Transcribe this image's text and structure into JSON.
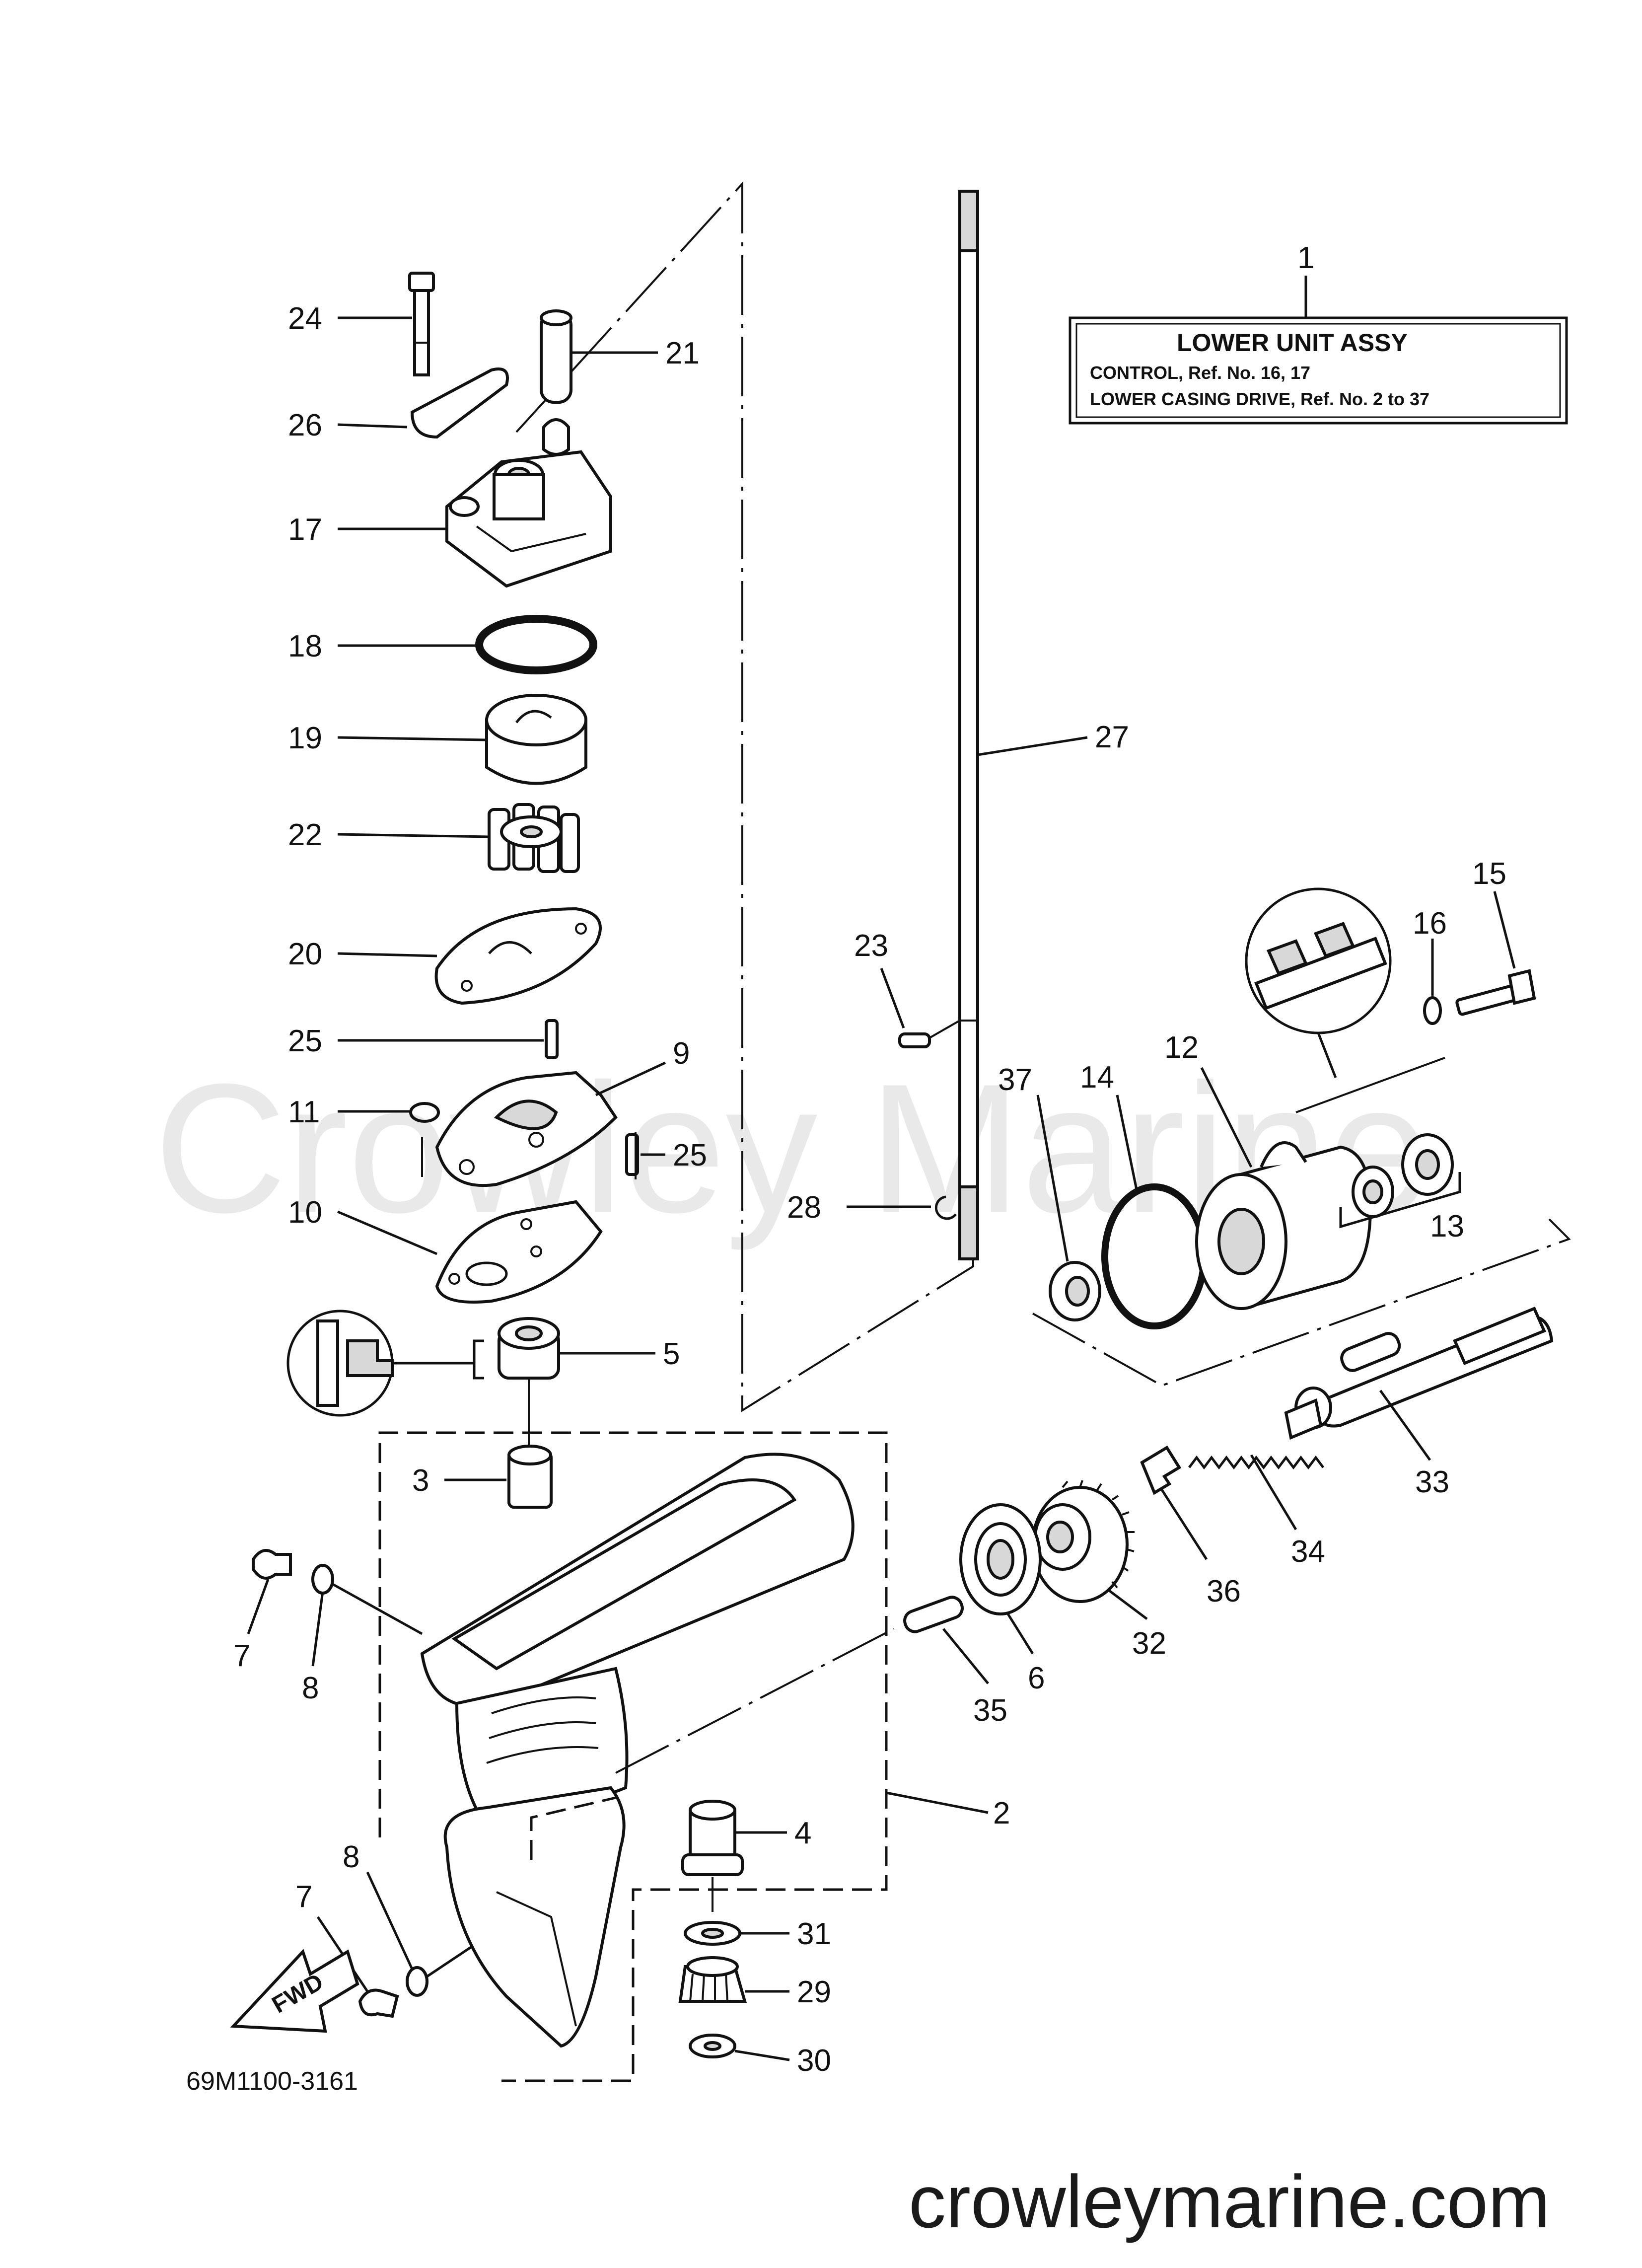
{
  "watermark": "Crowley Marine",
  "site": "crowleymarine.com",
  "diagram_code": "69M1100-3161",
  "fwd_label": "FWD",
  "legend": {
    "callout": "1",
    "title": "LOWER UNIT ASSY",
    "line1": "CONTROL,  Ref. No. 16, 17",
    "line2": "LOWER CASING DRIVE,  Ref. No. 2 to 37"
  },
  "callouts": {
    "c2": "2",
    "c3": "3",
    "c4": "4",
    "c5": "5",
    "c6": "6",
    "c7a": "7",
    "c7b": "7",
    "c8a": "8",
    "c8b": "8",
    "c9": "9",
    "c10": "10",
    "c11": "11",
    "c12": "12",
    "c13": "13",
    "c14": "14",
    "c15": "15",
    "c16": "16",
    "c17": "17",
    "c18": "18",
    "c19": "19",
    "c20": "20",
    "c21": "21",
    "c22": "22",
    "c23": "23",
    "c24": "24",
    "c25a": "25",
    "c25b": "25",
    "c26": "26",
    "c27": "27",
    "c28": "28",
    "c29": "29",
    "c30": "30",
    "c31": "31",
    "c32": "32",
    "c33": "33",
    "c34": "34",
    "c35": "35",
    "c36": "36",
    "c37": "37"
  }
}
